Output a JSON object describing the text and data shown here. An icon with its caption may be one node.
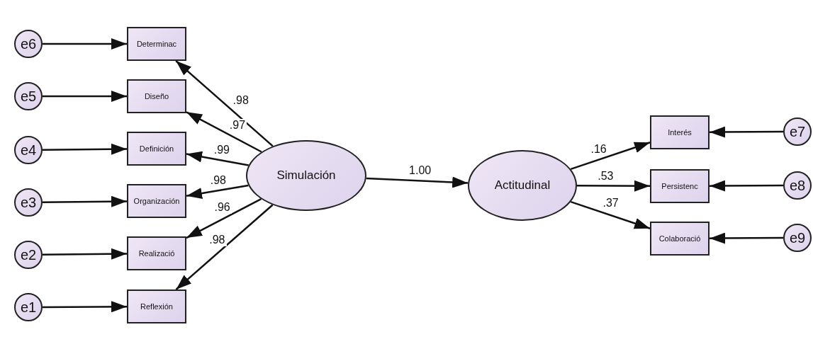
{
  "diagram": {
    "nodes": [
      {
        "text": [
          "e6"
        ]
      },
      {
        "text": [
          "e5"
        ]
      },
      {
        "text": [
          "e4"
        ]
      },
      {
        "text": [
          "e3"
        ]
      },
      {
        "text": [
          "e2"
        ]
      },
      {
        "text": [
          "e1"
        ]
      },
      {
        "text": [
          "Determinac"
        ]
      },
      {
        "text": [
          "Diseño"
        ]
      },
      {
        "text": [
          "Definición"
        ]
      },
      {
        "text": [
          "Organización"
        ]
      },
      {
        "text": [
          "Realizació"
        ]
      },
      {
        "text": [
          "Reflexión"
        ]
      },
      {
        "text": [
          "Simulación"
        ]
      },
      {
        "text": [
          "Actitudinal"
        ]
      },
      {
        "text": [
          "Interés"
        ]
      },
      {
        "text": [
          "Persistenc"
        ]
      },
      {
        "text": [
          "Colaboració"
        ]
      },
      {
        "text": [
          "e7"
        ]
      },
      {
        "text": [
          "e8"
        ]
      },
      {
        "text": [
          "e9"
        ]
      }
    ],
    "edges": [
      {
        "from": 0,
        "to": 6,
        "arrow": "to"
      },
      {
        "from": 1,
        "to": 7,
        "arrow": "to"
      },
      {
        "from": 2,
        "to": 8,
        "arrow": "to"
      },
      {
        "from": 3,
        "to": 9,
        "arrow": "to"
      },
      {
        "from": 4,
        "to": 10,
        "arrow": "to"
      },
      {
        "from": 5,
        "to": 11,
        "arrow": "to"
      },
      {
        "from": 12,
        "to": 6,
        "label": ".98",
        "arrow": "to"
      },
      {
        "from": 12,
        "to": 7,
        "label": ".97",
        "arrow": "to"
      },
      {
        "from": 12,
        "to": 8,
        "label": ".99",
        "arrow": "to"
      },
      {
        "from": 12,
        "to": 9,
        "label": ".98",
        "arrow": "to"
      },
      {
        "from": 12,
        "to": 10,
        "label": ".96",
        "arrow": "to"
      },
      {
        "from": 12,
        "to": 11,
        "label": ".98",
        "arrow": "to"
      },
      {
        "from": 12,
        "to": 13,
        "label": "1.00",
        "arrow": "to"
      },
      {
        "from": 13,
        "to": 14,
        "label": ".16",
        "arrow": "to"
      },
      {
        "from": 13,
        "to": 15,
        "label": ".53",
        "arrow": "to"
      },
      {
        "from": 13,
        "to": 16,
        "label": ".37",
        "arrow": "to"
      },
      {
        "from": 17,
        "to": 14,
        "arrow": "to"
      },
      {
        "from": 18,
        "to": 15,
        "arrow": "to"
      },
      {
        "from": 19,
        "to": 16,
        "arrow": "to"
      }
    ]
  }
}
